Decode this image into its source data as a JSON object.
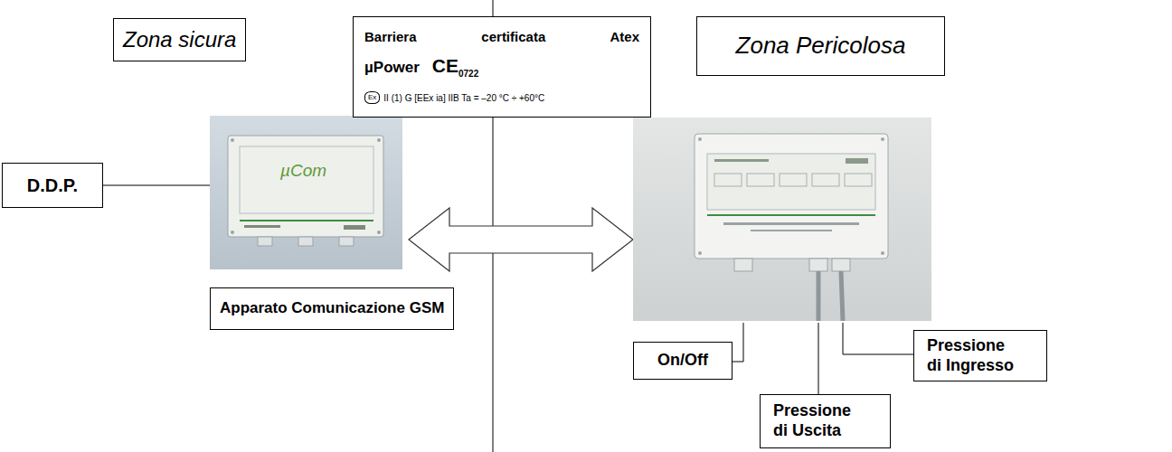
{
  "diagram": {
    "nodes": [
      {
        "text": [
          "Zona sicura"
        ]
      },
      {
        "text": [
          "Barriera certificata Atex",
          "µPower",
          "CE",
          "0722",
          "Ex",
          "II (1) G [EEx ia] IIB Ta = –20 °C ÷ +60°C"
        ]
      },
      {
        "text": [
          "Zona Pericolosa"
        ]
      },
      {
        "text": [
          "D.D.P."
        ]
      },
      {
        "text": [
          "µCom"
        ]
      },
      {
        "text": [
          "Apparato Comunicazione GSM"
        ]
      },
      {
        "text": [
          "On/Off"
        ]
      },
      {
        "text": [
          "Pressione di Uscita"
        ]
      },
      {
        "text": [
          "Pressione di Ingresso"
        ]
      }
    ],
    "edges": [
      {
        "from": 3,
        "to": 4,
        "arrow": "none"
      }
    ]
  }
}
